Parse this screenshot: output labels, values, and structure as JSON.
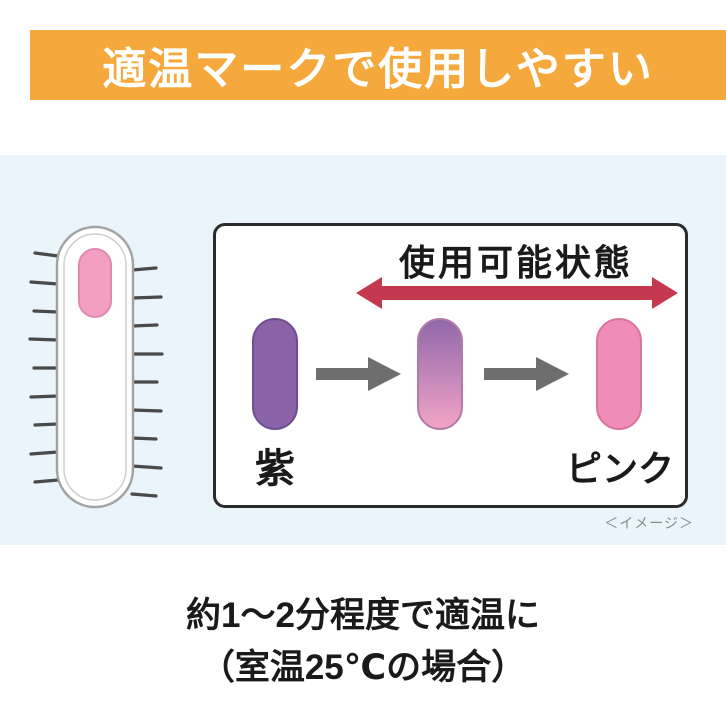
{
  "header": {
    "title": "適温マークで使用しやすい"
  },
  "panel": {
    "title": "使用可能状態",
    "left_state_label": "紫",
    "right_state_label": "ピンク"
  },
  "note": "＜イメージ＞",
  "caption": {
    "line1": "約1〜2分程度で適温に",
    "line2": "（室温25℃の場合）"
  },
  "colors": {
    "header_bg": "#F5A83C",
    "header_text": "#FFFFFF",
    "stage_bg": "#E9F5FB",
    "panel_border": "#2B2B2B",
    "purple": "#8A63A8",
    "pink": "#F08CB8",
    "gradient_top": "#9168AC",
    "gradient_bottom": "#F2A3C6",
    "indicator_pink": "#F29FC3",
    "red_arrow": "#C5394F",
    "gray_arrow": "#6E6E6E",
    "text": "#1A1A1A",
    "note_gray": "#8A8A8A"
  }
}
